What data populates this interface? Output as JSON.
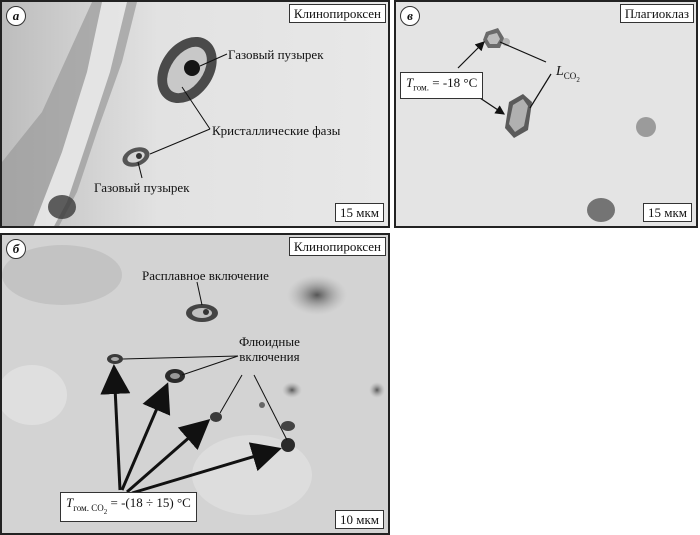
{
  "panels": {
    "a": {
      "letter": "а",
      "mineral": "Клинопироксен",
      "scale": "15 мкм",
      "labels": {
        "gas_bubble_top": "Газовый пузырек",
        "crystal_phases": "Кристаллические фазы",
        "gas_bubble_bottom": "Газовый пузырек"
      }
    },
    "v": {
      "letter": "в",
      "mineral": "Плагиоклаз",
      "scale": "15 мкм",
      "temp": {
        "T": "T",
        "sub": "гом.",
        "value": "= -18 °C"
      },
      "lco2": {
        "L": "L",
        "sub": "CO",
        "sub2": "2"
      }
    },
    "b": {
      "letter": "б",
      "mineral": "Клинопироксен",
      "scale": "10 мкм",
      "labels": {
        "melt_inclusion": "Расплавное включение",
        "fluid_line1": "Флюидные",
        "fluid_line2": "включения"
      },
      "temp": {
        "T": "T",
        "sub": "гом. CO",
        "sub2": "2",
        "value": "= -(18 ÷ 15) °C"
      }
    }
  }
}
